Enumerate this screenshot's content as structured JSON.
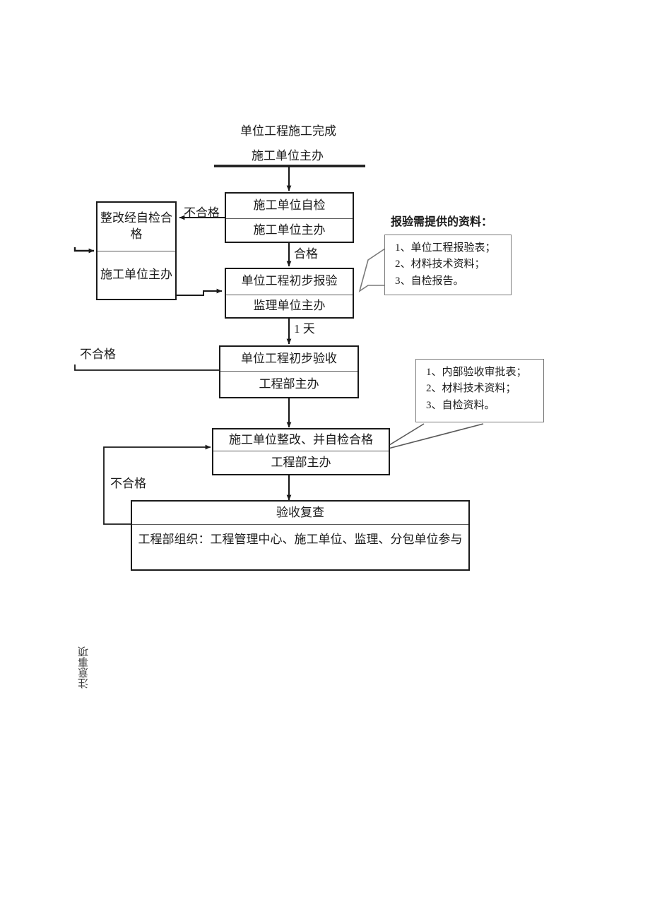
{
  "diagram": {
    "title_lines": {
      "line1": "单位工程施工完成",
      "line2": "施工单位主办"
    },
    "nodes": {
      "self_check": {
        "top": "施工单位自检",
        "bottom": "施工单位主办"
      },
      "rectify": {
        "top": "整改经自检合格",
        "bottom": "施工单位主办"
      },
      "preliminary_report": {
        "top": "单位工程初步报验",
        "bottom": "监理单位主办"
      },
      "preliminary_accept": {
        "top": "单位工程初步验收",
        "bottom": "工程部主办"
      },
      "rectify_qualified": {
        "top": "施工单位整改、并自检合格",
        "bottom": "工程部主办"
      },
      "recheck": {
        "top": "验收复查",
        "bottom": "工程部组织：工程管理中心、施工单位、监理、分包单位参与"
      }
    },
    "edge_labels": {
      "unqualified_1": "不合格",
      "qualified_1": "合格",
      "one_day": "1 天",
      "unqualified_2": "不合格",
      "unqualified_3": "不合格"
    },
    "callouts": [
      {
        "title": "报验需提供的资料：",
        "items": [
          "1、单位工程报验表；",
          "2、材料技术资料；",
          "3、自检报告。"
        ]
      },
      {
        "title": "",
        "items": [
          "1、内部验收审批表；",
          "2、材料技术资料；",
          "3、自检资料。"
        ]
      }
    ],
    "footer_note": "注意事项",
    "colors": {
      "ink": "#1a1a1a",
      "divider": "#5a5a5a",
      "callout_border": "#7a7a7a"
    }
  }
}
